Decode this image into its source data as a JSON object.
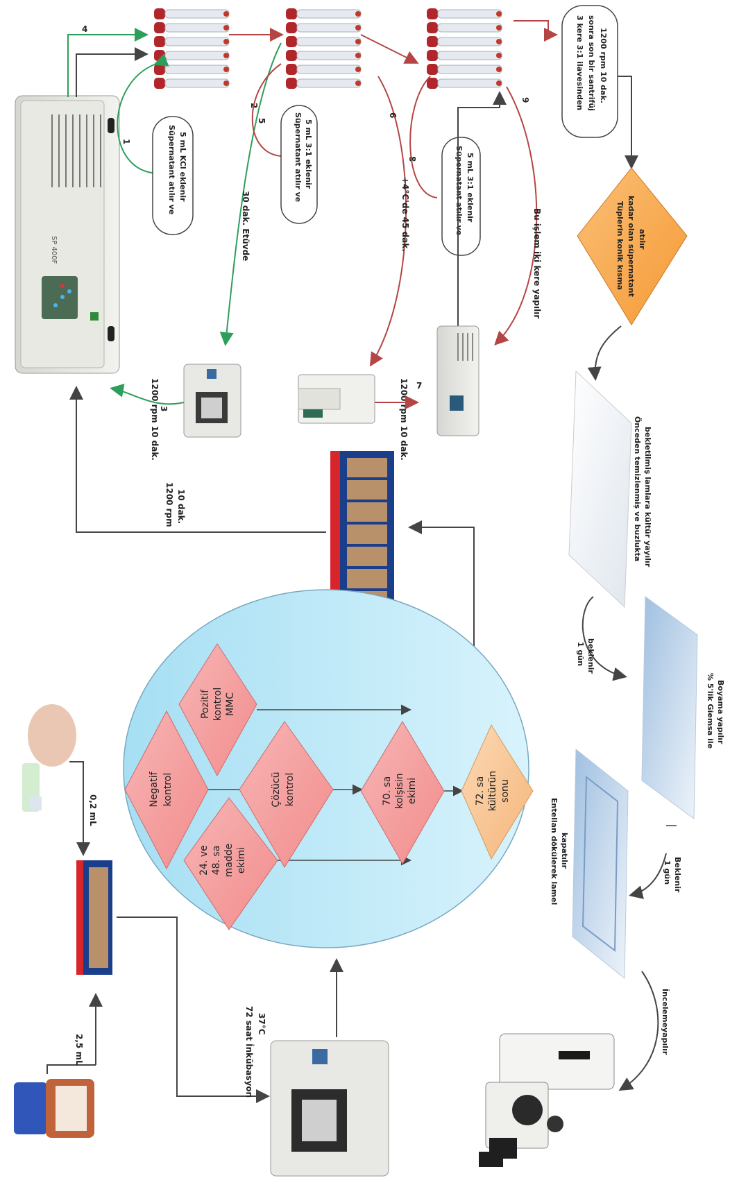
{
  "flow_labels": {
    "vol_2_5": "2,5 mL",
    "vol_0_2": "0,2 mL",
    "incubation": "72 saat İnkübasyon",
    "temp": "37°C",
    "rpm_main_a": "1200 rpm",
    "rpm_main_b": "10 dak.",
    "rpm_small": "1200 rpm 10 dak.",
    "rpm_small2": "1200 rpm 10 dak.",
    "etuv": "30 dak. Etüvde",
    "fridge": "+4°C'de 45 dak.",
    "repeat": "Bu işlem iki kere yapılır",
    "num_1": "1",
    "num_2": "2",
    "num_3": "3",
    "num_4": "4",
    "num_5": "5",
    "num_6": "6",
    "num_7": "7",
    "num_8": "8",
    "num_9": "9"
  },
  "bubbles": {
    "kcl_1": "Süpernatant atılır ve",
    "kcl_2": "5 mL KCl eklenir",
    "fix1_1": "Süpernatant atılır ve",
    "fix1_2": "5 mL 3:1 eklenir",
    "fix2_1": "Süpernatant atılır ve",
    "fix2_2": "5 mL 3:1 eklenir",
    "final_1": "3 kere 3:1 ilavesinden",
    "final_2": "sonra son bir santrifüj",
    "final_3": "1200 rpm 10 dak."
  },
  "orange_diamond": {
    "l1": "Tüplerin konik kısma",
    "l2": "kadar olan süpernatant",
    "l3": "atılır"
  },
  "slides": {
    "spread_1": "Önceden temizlenmiş ve buzlukta",
    "spread_2": "bekletilmiş lamlara kültür yayılır",
    "wait1_a": "1 gün",
    "wait1_b": "beklenir",
    "giemsa_1": "% 5'lik Giemsa ile",
    "giemsa_2": "Boyama yapılır",
    "wait2_a": "1 gün",
    "wait2_b": "Beklenir",
    "entellan_1": "Entellan dökülerek lamel",
    "entellan_2": "kapatılır",
    "exam": "İncelemeyapılır"
  },
  "ellipse_diamonds": {
    "neg_1": "Negatif",
    "neg_2": "kontrol",
    "poz_1": "Pozitif",
    "poz_2": "kontrol",
    "poz_3": "MMC",
    "coz_1": "Çözücü",
    "coz_2": "kontrol",
    "madde_1": "24. ve",
    "madde_2": "48. sa",
    "madde_3": "madde",
    "madde_4": "ekimi",
    "kol_1": "70. sa",
    "kol_2": "kolşisin",
    "kol_3": "ekimi",
    "son_1": "72. sa",
    "son_2": "kültürün",
    "son_3": "sonu"
  },
  "device": {
    "centrifuge_label": "SP 400F"
  },
  "colors": {
    "green_arrow": "#2e9e5b",
    "red_arrow": "#b54545",
    "dark_arrow": "#444444",
    "ellipse_fill": "#bfe8f7",
    "pink_diamond": "#f6a0a0",
    "orange_diamond": "#f9a94e",
    "peach_diamond": "#f9c99a"
  }
}
